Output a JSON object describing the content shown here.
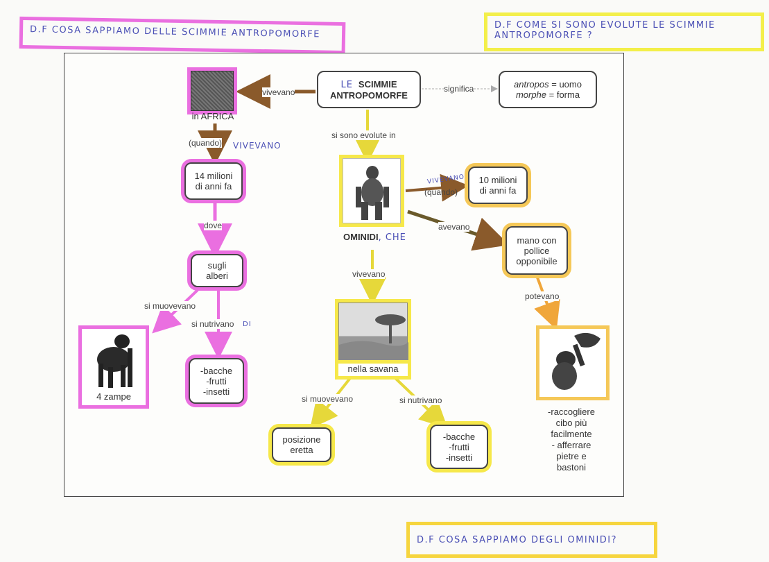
{
  "banners": {
    "top_left": "D.F COSA SAPPIAMO DELLE SCIMMIE ANTROPOMORFE",
    "top_right": "D.F COME SI SONO EVOLUTE LE SCIMMIE ANTROPOMORFE ?",
    "bottom": "D.F COSA SAPPIAMO DEGLI OMINIDI?"
  },
  "nodes": {
    "main_prefix": "LE",
    "main_line1": "SCIMMIE",
    "main_line2": "ANTROPOMORFE",
    "definition_term1": "antropos",
    "definition_eq1": " = uomo",
    "definition_term2": "morphe",
    "definition_eq2": " = forma",
    "africa": "in AFRICA",
    "years14_line1": "14 milioni",
    "years14_line2": "di anni fa",
    "trees_line1": "sugli",
    "trees_line2": "alberi",
    "legs": "4 zampe",
    "food_left": [
      "-bacche",
      "-frutti",
      "-insetti"
    ],
    "hominids": "OMINIDI",
    "hominids_suffix": ", CHE",
    "years10_line1": "10 milioni",
    "years10_line2": "di anni fa",
    "hand_line1": "mano con",
    "hand_line2": "pollice",
    "hand_line3": "opponibile",
    "savanna": "nella savana",
    "posture_line1": "posizione",
    "posture_line2": "eretta",
    "food_right": [
      "-bacche",
      "-frutti",
      "-insetti"
    ],
    "abilities": [
      "-raccogliere",
      "cibo più",
      "facilmente",
      "- afferrare",
      "pietre e",
      "bastoni"
    ]
  },
  "links": {
    "vivevano_top": "vivevano",
    "significa": "significa",
    "si_sono_evolute_in": "si sono evolute in",
    "quando_left": "(quando)",
    "vivevano_hand_left": "VIVEVANO",
    "dove": "dove",
    "si_muovevano_left": "si muovevano",
    "si_nutrivano_left": "si nutrivano",
    "di_hand": "DI",
    "quando_right": "(quando)",
    "vivevano_hand_right": "VIVEVANO",
    "avevano": "avevano",
    "vivevano_mid": "vivevano",
    "potevano": "potevano",
    "si_muovevano_right": "si muovevano",
    "si_nutrivano_right": "si nutrivano"
  },
  "colors": {
    "pink_highlight": "#ea6fe0",
    "yellow_highlight": "#f6e84a",
    "orange_highlight": "#f5c858",
    "brown_arrow": "#8a5a2b",
    "blue_handwriting": "#4a4fb5"
  }
}
